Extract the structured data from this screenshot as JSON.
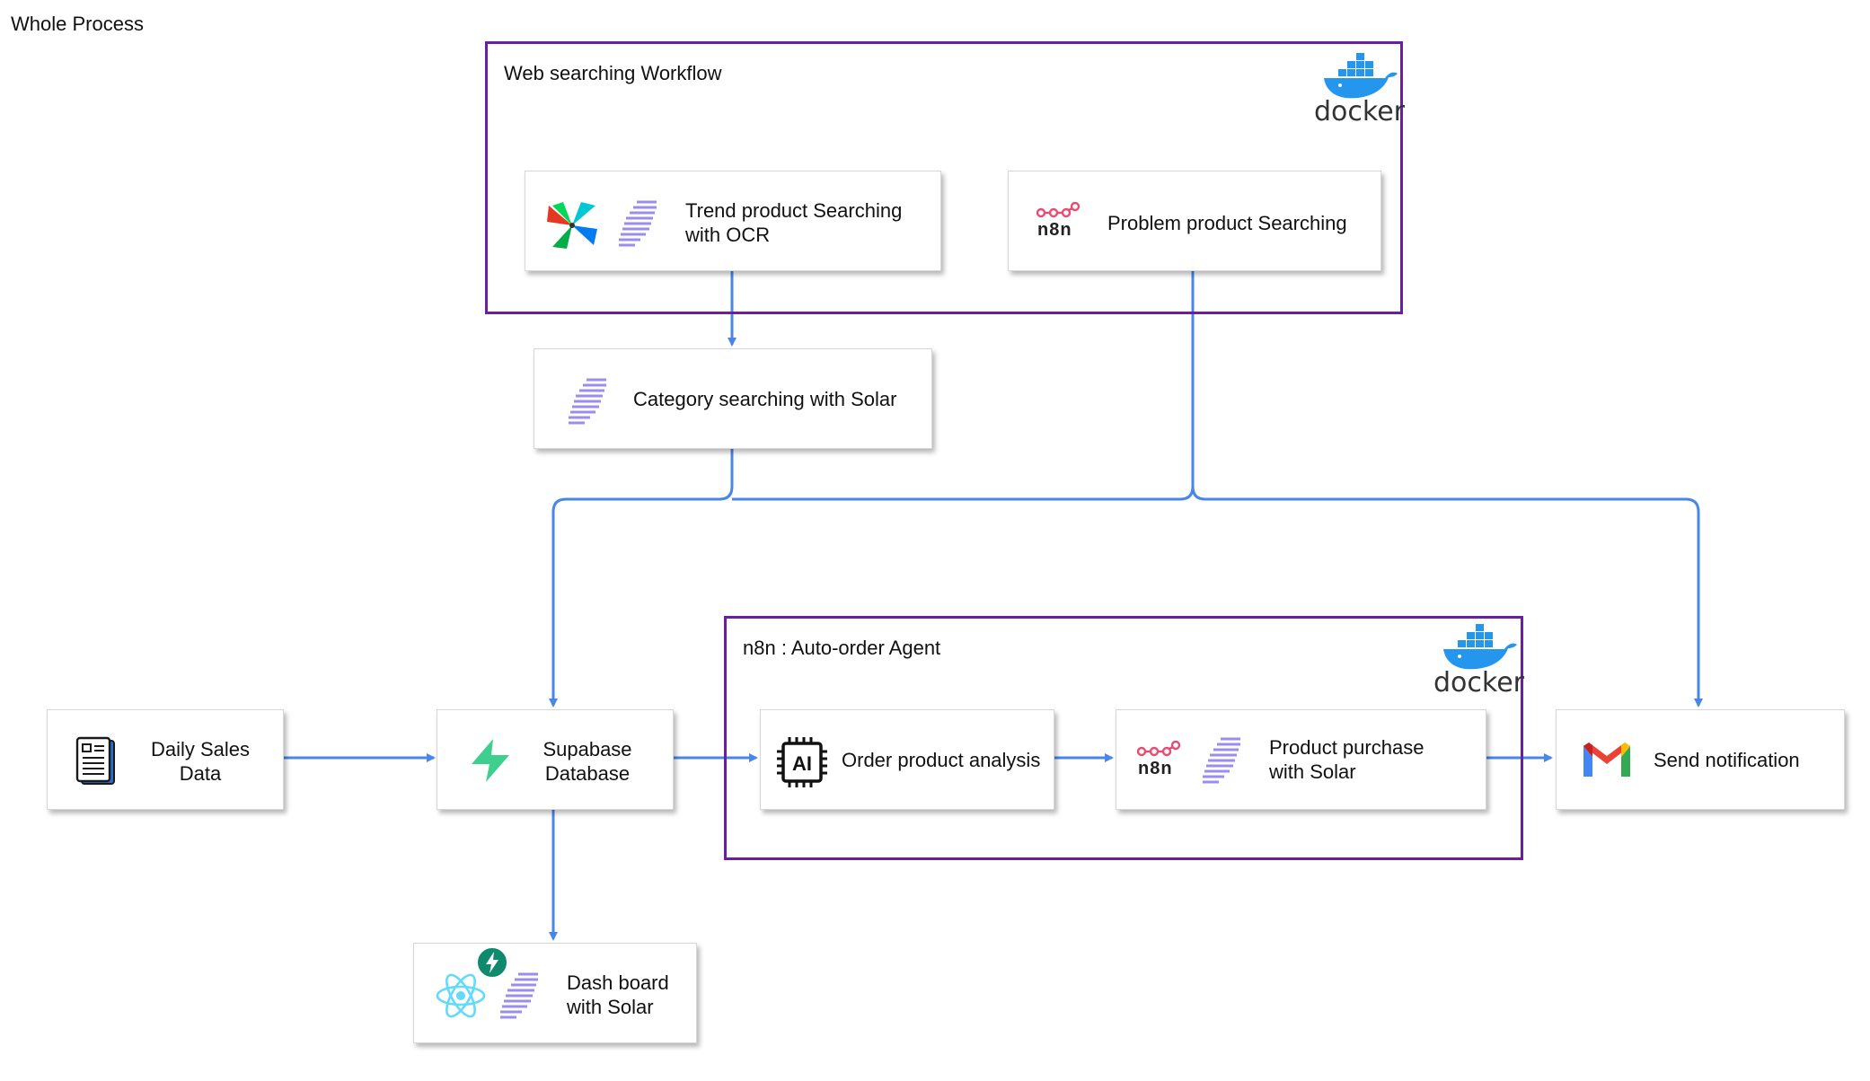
{
  "diagram": {
    "title": "Whole Process",
    "groups": {
      "web_search": {
        "label": "Web searching Workflow",
        "docker_label": "docker"
      },
      "auto_order": {
        "label": "n8n : Auto-order Agent",
        "docker_label": "docker"
      }
    },
    "nodes": {
      "trend": "Trend product Searching\n with OCR",
      "problem": "Problem product Searching",
      "category": "Category searching with Solar",
      "daily_sales": "Daily Sales\nData",
      "supabase": "Supabase\nDatabase",
      "order_analysis": "Order product analysis",
      "purchase": "Product purchase\nwith Solar",
      "notification": "Send notification",
      "dashboard": "Dash board\nwith Solar"
    },
    "icon_text": {
      "n8n": "n8n",
      "ai_chip": "AI"
    },
    "colors": {
      "group_border": "#6a1fa0",
      "arrow": "#4a86e8",
      "solar": "#9b8cf2",
      "supabase": "#3ecf8e",
      "docker": "#2496ed",
      "n8n": "#ea4b71"
    }
  }
}
